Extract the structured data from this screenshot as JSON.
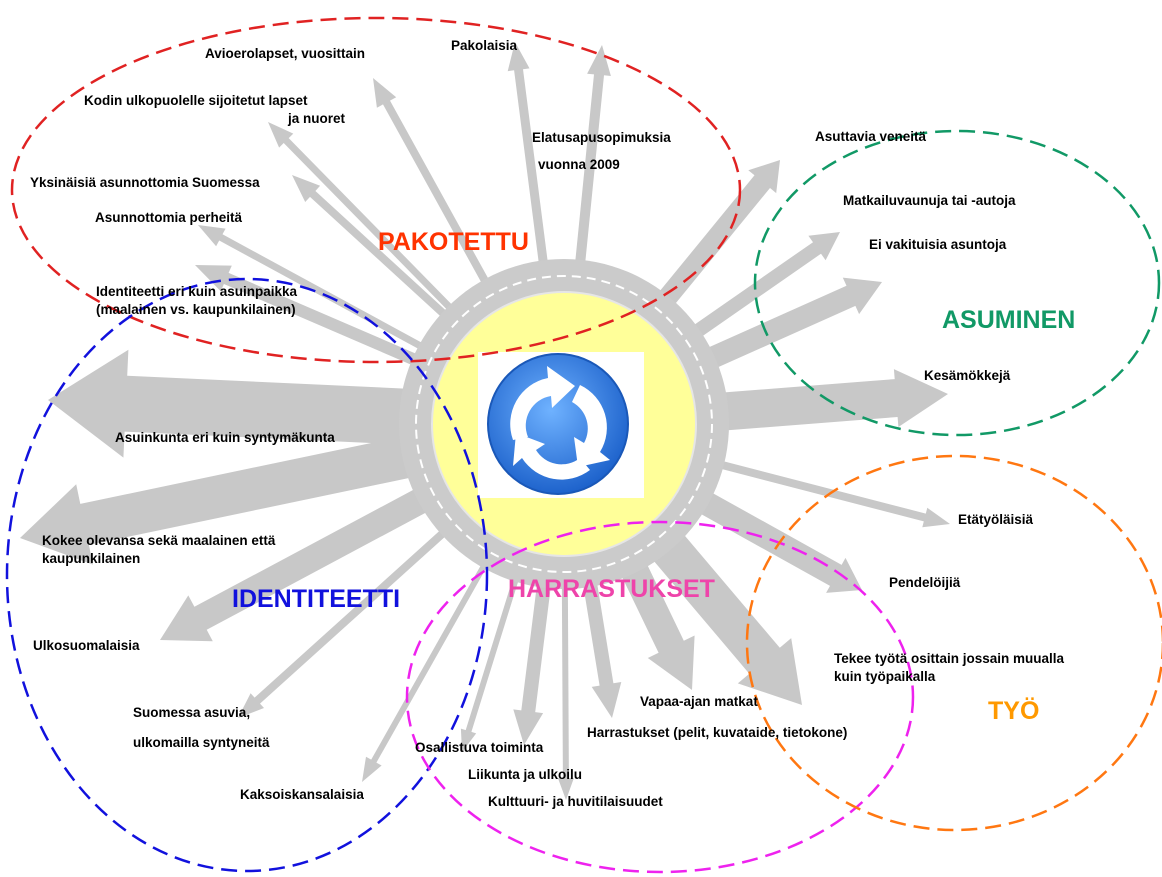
{
  "categories": {
    "pakotettu": {
      "title": "PAKOTETTU",
      "color": "#ff3300"
    },
    "asuminen": {
      "title": "ASUMINEN",
      "color": "#119966"
    },
    "identiteetti": {
      "title": "IDENTITEETTI",
      "color": "#1111dd"
    },
    "harrastukset": {
      "title": "HARRASTUKSET",
      "color": "#ee44aa"
    },
    "tyo": {
      "title": "TYÖ",
      "color": "#ff9900"
    }
  },
  "pakotettu": {
    "avioerolapset": "Avioerolapset, vuosittain",
    "pakolaisia": "Pakolaisia",
    "sijoitetut_1": "Kodin ulkopuolelle sijoitetut lapset",
    "sijoitetut_2": "ja nuoret",
    "elatus_1": "Elatusapusopimuksia",
    "elatus_2": "vuonna 2009",
    "yksinaisia": "Yksinäisiä asunnottomia Suomessa",
    "perheita": "Asunnottomia perheitä",
    "ident_1": "Identiteetti eri kuin asuinpaikka",
    "ident_2": "(maalainen vs. kaupunkilainen)"
  },
  "asuminen": {
    "veneita": "Asuttavia veneitä",
    "matkailu": "Matkailuvaunuja tai -autoja",
    "vakituisia": "Ei vakituisia asuntoja",
    "kesamokkeja": "Kesämökkejä"
  },
  "identiteetti": {
    "asuinkunta": "Asuinkunta eri kuin syntymäkunta",
    "kokee_1": "Kokee olevansa sekä maalainen että",
    "kokee_2": "kaupunkilainen",
    "ulkosuomalaisia": "Ulkosuomalaisia",
    "suomessa_1": "Suomessa asuvia,",
    "suomessa_2": "ulkomailla syntyneitä",
    "kaksois": "Kaksoiskansalaisia"
  },
  "harrastukset": {
    "osallistuva": "Osallistuva toiminta",
    "liikunta": "Liikunta ja ulkoilu",
    "kulttuuri": "Kulttuuri- ja huvitilaisuudet",
    "vapaa": "Vapaa-ajan matkat",
    "harrastukset": "Harrastukset (pelit, kuvataide, tietokone)"
  },
  "tyo": {
    "etatyo": "Etätyöläisiä",
    "pendel": "Pendelöijiä",
    "tekee_1": "Tekee työtä osittain jossain muualla",
    "tekee_2": "kuin työpaikalla"
  },
  "center": {
    "icon": "circular-arrows-icon"
  },
  "colors": {
    "arrow": "#c8c8c8",
    "hub_fill": "#ffff99",
    "icon_blue": "#2f7be0"
  }
}
